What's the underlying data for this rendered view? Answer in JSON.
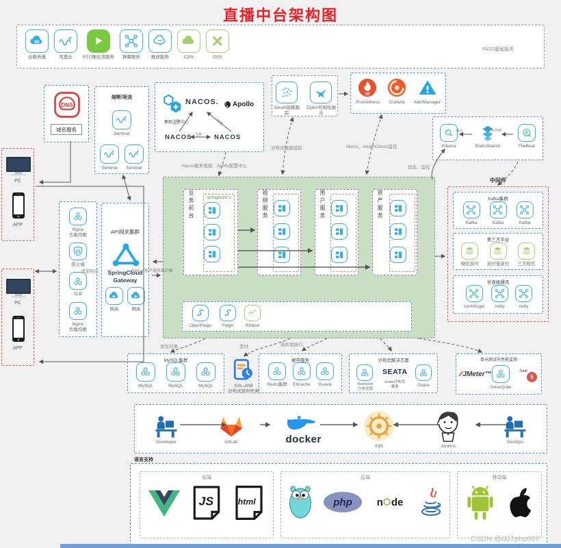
{
  "title": "直播中台架构图",
  "watermark": "CSDN @007php007",
  "pass": {
    "label": "PASS基础服务",
    "items": [
      {
        "name": "cloud-server",
        "icon": "cloudserver",
        "cls": "c-blue",
        "label": "云服务器"
      },
      {
        "name": "aliyun",
        "icon": "waves",
        "cls": "c-blue",
        "label": "阿里云"
      },
      {
        "name": "rtc-stream",
        "icon": "play",
        "cls": "fill-green",
        "label": "RTC推拉流服务"
      },
      {
        "name": "danmu-service",
        "icon": "netnodes",
        "cls": "c-blue",
        "label": "弹幕服务"
      },
      {
        "name": "push-service",
        "icon": "cloudchat",
        "cls": "c-blue",
        "label": "推送服务"
      },
      {
        "name": "cdn",
        "icon": "cloud",
        "cls": "c-lgreen",
        "label": "CDN"
      },
      {
        "name": "oss",
        "icon": "xmark",
        "cls": "c-lgreen",
        "label": "OSS"
      }
    ]
  },
  "dns": {
    "label": "域名服务"
  },
  "sentinel": {
    "title": "熔断/限流",
    "top": [
      {
        "name": "sentinel",
        "icon": "waves",
        "cls": "c-blue",
        "label": "Sentinel"
      }
    ],
    "bottom": [
      {
        "name": "sentinel",
        "icon": "waves",
        "cls": "c-blue",
        "label": "Sentinel"
      },
      {
        "name": "sentinel",
        "icon": "waves",
        "cls": "c-blue",
        "label": "Sentinel"
      }
    ]
  },
  "registry": {
    "label": "集群注册中心",
    "nacos": "NACOS.",
    "apollo": "Apollo",
    "nacos_l": "NACOS",
    "nacos_r": "NACOS"
  },
  "trace": {
    "items": [
      {
        "name": "sleuth",
        "icon": "dots",
        "cls": "c-blue",
        "label": "Sleuth链路跟踪"
      },
      {
        "name": "zipkin",
        "icon": "bird",
        "cls": "c-blue",
        "label": "Zipkin可视化展示"
      }
    ]
  },
  "monitor": {
    "items": [
      {
        "name": "prometheus",
        "icon": "flame",
        "cls": "bare",
        "label": "Prometheus"
      },
      {
        "name": "grafana",
        "icon": "swirl",
        "cls": "bare",
        "label": "Grafana"
      },
      {
        "name": "alertmanager",
        "icon": "alert",
        "cls": "bare",
        "label": "AlertManager"
      }
    ]
  },
  "logbox": {
    "items": [
      {
        "name": "kibana",
        "icon": "kibana",
        "cls": "c-teal",
        "label": "Kibana"
      },
      {
        "name": "elasticsearch",
        "icon": "es",
        "cls": "bare",
        "label": "ElaticSearch"
      },
      {
        "name": "filebeat",
        "icon": "filebeat",
        "cls": "c-teal",
        "label": "FileBeat"
      }
    ]
  },
  "clients": {
    "pc": "PC",
    "app": "APP"
  },
  "nginx": {
    "items": [
      {
        "name": "nginx-lb",
        "icon": "circles3",
        "cls": "c-blue",
        "label": "Nginx\n负载均衡"
      },
      {
        "name": "firewall",
        "icon": "shield",
        "cls": "c-blue",
        "label": "防火墙"
      },
      {
        "name": "slb",
        "icon": "circles3",
        "cls": "c-blue",
        "label": "SLB"
      },
      {
        "name": "nginx-lb",
        "icon": "circles3",
        "cls": "c-blue",
        "label": "Nginx\n负载均衡"
      }
    ]
  },
  "gateway": {
    "title": "API网关集群",
    "core": "SpringCloud\nGateway",
    "items": [
      {
        "name": "gateway-node",
        "icon": "gwcloud",
        "cls": "c-blue",
        "label": "网关"
      },
      {
        "name": "gateway-node",
        "icon": "gwcloud",
        "cls": "c-blue",
        "label": "网关"
      }
    ]
  },
  "platform": {
    "groups": [
      {
        "label": "业务前台",
        "sub": "springboot2.x"
      },
      {
        "label": "视频服务"
      },
      {
        "label": "用户服务"
      },
      {
        "label": "资产服务"
      }
    ],
    "apps": [
      {
        "name": "service-instance",
        "icon": "appblock",
        "cls": "c-blue"
      },
      {
        "name": "service-instance",
        "icon": "appblock",
        "cls": "c-blue"
      },
      {
        "name": "service-instance",
        "icon": "appblock",
        "cls": "c-blue"
      }
    ],
    "rpc": [
      {
        "name": "openfeign",
        "icon": "feign",
        "cls": "c-blue",
        "label": "OpenFeign"
      },
      {
        "name": "feign",
        "icon": "feign",
        "cls": "c-blue",
        "label": "Feign"
      },
      {
        "name": "ribbon",
        "icon": "wave",
        "cls": "c-lgreen",
        "label": "Ribbon"
      }
    ]
  },
  "middleware": {
    "title": "中间件",
    "sections": [
      {
        "title": "Kafka集群",
        "items": [
          {
            "name": "kafka",
            "icon": "netnodes",
            "cls": "c-blue",
            "label": "Kafka"
          },
          {
            "name": "kafka",
            "icon": "netnodes",
            "cls": "c-blue",
            "label": "Kafka"
          },
          {
            "name": "kafka",
            "icon": "netnodes",
            "cls": "c-blue",
            "label": "Kafka"
          }
        ]
      },
      {
        "title": "第三方平台",
        "items": [
          {
            "name": "wechat-pay",
            "icon": "stack",
            "cls": "c-lgreen",
            "label": "微信支付"
          },
          {
            "name": "alipay-pay",
            "icon": "stack",
            "cls": "c-lgreen",
            "label": "支付宝支付"
          },
          {
            "name": "sms-third-party",
            "icon": "stack",
            "cls": "c-lgreen",
            "label": "三方短信"
          }
        ]
      },
      {
        "title": "长连接通讯",
        "items": [
          {
            "name": "centrifugal",
            "icon": "netnodes",
            "cls": "c-teal",
            "label": "centrifugal"
          },
          {
            "name": "netty",
            "icon": "netnodes",
            "cls": "c-blue",
            "label": "netty"
          },
          {
            "name": "netty",
            "icon": "netnodes",
            "cls": "c-blue",
            "label": "netty"
          }
        ]
      }
    ]
  },
  "storage": {
    "mysql": {
      "title": "MySQL集群",
      "items": [
        {
          "name": "mysql",
          "icon": "circles3",
          "cls": "c-blue",
          "label": "MySQL"
        },
        {
          "name": "mysql",
          "icon": "circles3",
          "cls": "c-blue",
          "label": "MySQL"
        },
        {
          "name": "mysql",
          "icon": "circles3",
          "cls": "c-blue",
          "label": "MySQL"
        }
      ]
    },
    "job": {
      "label": "XXL-JOB\n分布式定时任务"
    },
    "cache": {
      "title": "缓存服务",
      "items": [
        {
          "name": "redis-cluster",
          "icon": "circles3",
          "cls": "c-blue",
          "label": "Redis集群"
        },
        {
          "name": "ehcache",
          "icon": "circles3",
          "cls": "c-blue",
          "label": "Ehcache"
        },
        {
          "name": "guava",
          "icon": "circles3",
          "cls": "c-blue",
          "label": "Guava"
        }
      ]
    },
    "dist": {
      "title": "分布式解决方案",
      "redisson": "Redisson\n分布式锁",
      "seata": "SEATA",
      "seata_label": "seata分布式\n事务",
      "guava": "Guava"
    },
    "test": {
      "title": "单元测试与性能监测",
      "jmeter": "JMeter™",
      "sonar": "SonarQube",
      "junit": "Junit",
      "junit5": "5"
    }
  },
  "devops": {
    "items": [
      {
        "name": "developer",
        "icon": "persondesk",
        "cls": "bare",
        "w": 40,
        "h": 34,
        "label": "Developer"
      },
      {
        "name": "gitlab",
        "icon": "gitlab",
        "cls": "bare",
        "w": 36,
        "h": 34,
        "label": "GitLab"
      },
      {
        "name": "docker",
        "icon": "whale",
        "cls": "bare",
        "w": 62,
        "h": 26,
        "label": "docker",
        "lcls": "docker-lbl"
      },
      {
        "name": "k8s",
        "icon": "k8s",
        "cls": "bare",
        "w": 46,
        "h": 46,
        "label": "K8S"
      },
      {
        "name": "jenkins",
        "icon": "jenkins",
        "cls": "bare",
        "w": 42,
        "h": 46,
        "label": "Jenkins"
      },
      {
        "name": "devops",
        "icon": "persondesk",
        "cls": "bare",
        "w": 40,
        "h": 34,
        "label": "DevOps"
      }
    ]
  },
  "languages": {
    "title": "语言支持",
    "frontend": "前端",
    "backend": "后端",
    "mobile": "移动端",
    "fe_items": [
      {
        "name": "vue",
        "icon": "vue",
        "cls": "bare",
        "w": 50,
        "h": 44
      },
      {
        "name": "js-file",
        "icon": "jsfile",
        "cls": "bare",
        "w": 46,
        "h": 54
      },
      {
        "name": "html-file",
        "icon": "htmlfile",
        "cls": "bare",
        "w": 50,
        "h": 54
      }
    ],
    "be_items": [
      {
        "name": "golang",
        "icon": "gopher",
        "cls": "bare",
        "w": 40,
        "h": 60
      },
      {
        "name": "php",
        "icon": "php",
        "cls": "bare",
        "w": 56,
        "h": 30
      },
      {
        "name": "nodejs",
        "icon": "node",
        "cls": "bare",
        "w": 54,
        "h": 26
      },
      {
        "name": "java",
        "icon": "java",
        "cls": "bare",
        "w": 38,
        "h": 58
      }
    ],
    "mobile_items": [
      {
        "name": "android",
        "icon": "android",
        "cls": "bare",
        "w": 46,
        "h": 54
      },
      {
        "name": "apple",
        "icon": "apple",
        "cls": "bare",
        "w": 42,
        "h": 54
      }
    ]
  },
  "edges": {
    "note": "Nacos服务发现　Apollo配置中心",
    "trace": "分布式链路追踪",
    "metric": "Metric、HealthCheck监控",
    "log": "日志、监控",
    "req": "请求响应",
    "ribbon": "Ribbon客户端负载均衡",
    "rw": "读写分离",
    "timing": "定时",
    "high": "高并发接口",
    "register": "注册",
    "show": "展示",
    "struct": "结构化存储"
  }
}
